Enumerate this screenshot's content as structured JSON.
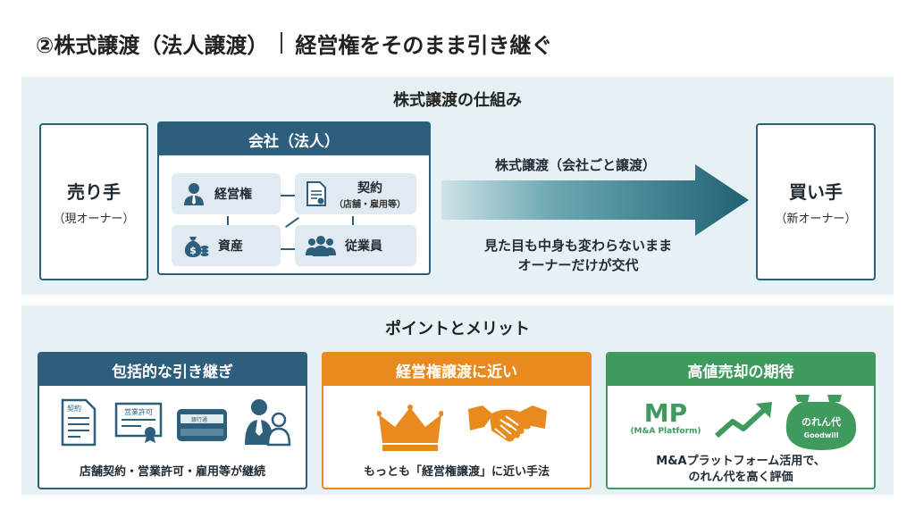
{
  "header": {
    "title": "②株式譲渡（法人譲渡）",
    "subtitle": "経営権をそのまま引き継ぐ"
  },
  "mechanism": {
    "heading": "株式譲渡の仕組み",
    "seller": {
      "name": "売り手",
      "role": "（現オーナー）"
    },
    "company": {
      "title": "会社（法人）",
      "items": [
        {
          "label": "経営権",
          "sub": "",
          "icon": "person-icon"
        },
        {
          "label": "契約",
          "sub": "（店舗・雇用等）",
          "icon": "contract-document-icon"
        },
        {
          "label": "資産",
          "sub": "",
          "icon": "money-bag-icon"
        },
        {
          "label": "従業員",
          "sub": "",
          "icon": "employees-group-icon"
        }
      ]
    },
    "arrow": {
      "label": "株式譲渡（会社ごと譲渡）",
      "note_line1": "見た目も中身も変わらないまま",
      "note_line2": "オーナーだけが交代"
    },
    "buyer": {
      "name": "買い手",
      "role": "（新オーナー）"
    }
  },
  "points": {
    "heading": "ポイントとメリット",
    "cards": [
      {
        "title": "包括的な引き継ぎ",
        "caption_line1": "店舗契約・営業許可・雇用等が継続",
        "caption_line2": "",
        "color": "#2d5f7d",
        "icon_texts": {
          "contract": "契約",
          "permit": "営業許可",
          "bank": "銀行通"
        }
      },
      {
        "title": "経営権譲渡に近い",
        "caption_line1": "もっとも「経営権譲渡」に近い手法",
        "caption_line2": "",
        "color": "#e88a1e"
      },
      {
        "title": "高値売却の期待",
        "caption_line1": "M&Aプラットフォーム活用で、",
        "caption_line2": "のれん代を高く評価",
        "color": "#3f9a5e",
        "mp_logo": "MP",
        "mp_sub": "(M&A Platform)",
        "bag_text1": "のれん代",
        "bag_text2": "Goodwill"
      }
    ]
  },
  "colors": {
    "navy": "#2d5f7d",
    "orange": "#e88a1e",
    "green": "#3f9a5e",
    "panel": "#e6f1f5"
  }
}
